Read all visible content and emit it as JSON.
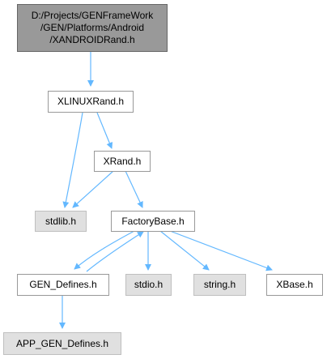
{
  "nodes": {
    "root": "D:/Projects/GENFrameWork\n/GEN/Platforms/Android\n/XANDROIDRand.h",
    "xlinuxrand": "XLINUXRand.h",
    "xrand": "XRand.h",
    "stdlib": "stdlib.h",
    "factorybase": "FactoryBase.h",
    "gen_defines": "GEN_Defines.h",
    "stdio": "stdio.h",
    "string": "string.h",
    "xbase": "XBase.h",
    "app_gen_defines": "APP_GEN_Defines.h"
  },
  "colors": {
    "edge": "#63b8ff",
    "root_fill": "#999999",
    "external_fill": "#e0e0e0",
    "node_border": "#999999"
  },
  "edges": [
    [
      "root",
      "xlinuxrand"
    ],
    [
      "xlinuxrand",
      "xrand"
    ],
    [
      "xlinuxrand",
      "stdlib"
    ],
    [
      "xrand",
      "stdlib"
    ],
    [
      "xrand",
      "factorybase"
    ],
    [
      "factorybase",
      "gen_defines"
    ],
    [
      "gen_defines",
      "factorybase"
    ],
    [
      "factorybase",
      "stdio"
    ],
    [
      "factorybase",
      "string"
    ],
    [
      "factorybase",
      "xbase"
    ],
    [
      "gen_defines",
      "app_gen_defines"
    ]
  ]
}
